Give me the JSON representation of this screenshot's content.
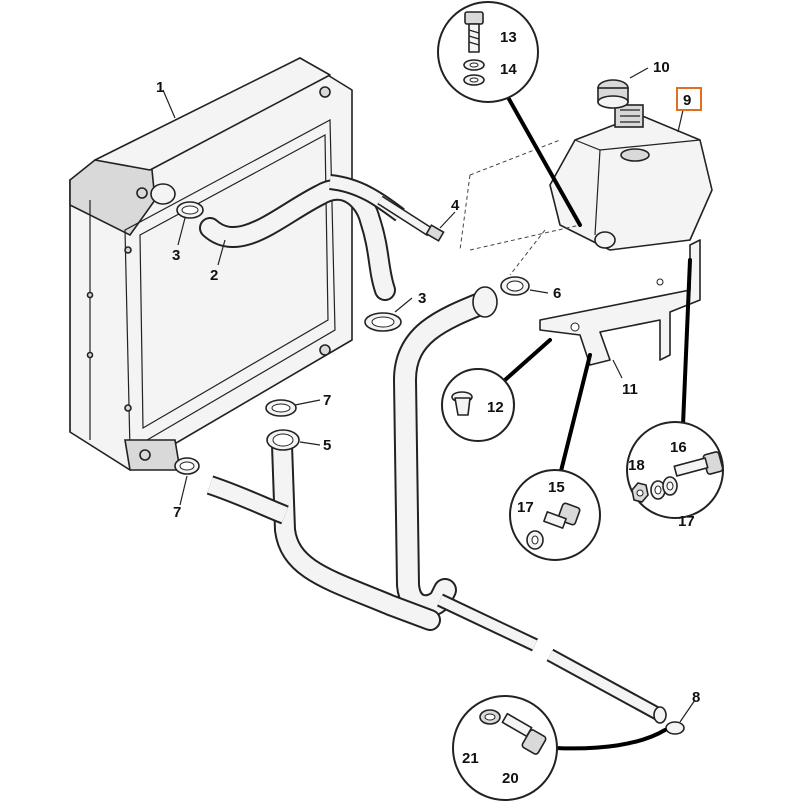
{
  "labels": {
    "l1": "1",
    "l2": "2",
    "l3a": "3",
    "l3b": "3",
    "l4": "4",
    "l5": "5",
    "l6": "6",
    "l7a": "7",
    "l7b": "7",
    "l8": "8",
    "l9": "9",
    "l10": "10",
    "l11": "11",
    "l12": "12",
    "l13": "13",
    "l14": "14",
    "l15": "15",
    "l16": "16",
    "l17a": "17",
    "l17b": "17",
    "l18": "18",
    "l20": "20",
    "l21": "21"
  },
  "highlight_color": "#e07020"
}
